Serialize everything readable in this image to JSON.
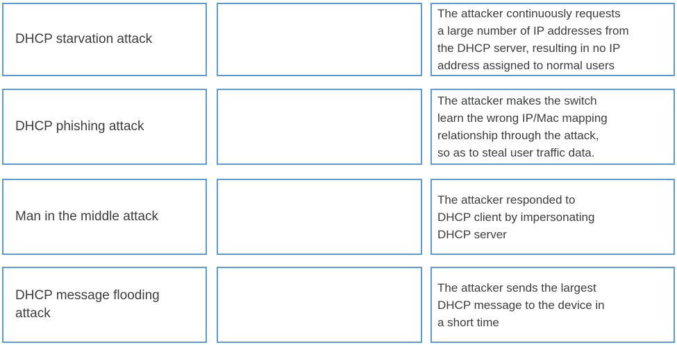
{
  "question": {
    "kind": "drag-and-drop-matching",
    "topic": "DHCP attack types matched to descriptions"
  },
  "colors": {
    "box_border": "#5b9bd5",
    "box_background": "#ffffff",
    "text": "#3c3c3c"
  },
  "rows": [
    {
      "attack": "DHCP starvation attack",
      "answer": "",
      "description": "The attacker continuously requests\na large number of IP addresses from\nthe DHCP server, resulting in no IP\naddress assigned to normal users"
    },
    {
      "attack": "DHCP phishing attack",
      "answer": "",
      "description": "The attacker makes the switch\nlearn the wrong IP/Mac mapping\nrelationship through the attack,\nso as to steal user traffic data."
    },
    {
      "attack": "Man in the middle attack",
      "answer": "",
      "description": "The attacker responded to\nDHCP client by impersonating\nDHCP server"
    },
    {
      "attack": "DHCP message flooding\nattack",
      "answer": "",
      "description": "The attacker sends the largest\nDHCP message to the device in\na short time"
    }
  ]
}
